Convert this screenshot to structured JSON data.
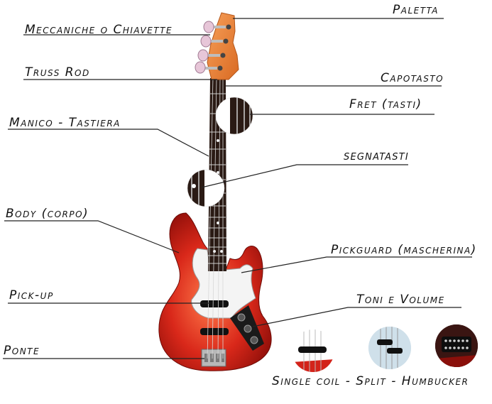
{
  "labels": {
    "paletta": "Paletta",
    "meccaniche": "Meccaniche o Chiavette",
    "truss_rod": "Truss Rod",
    "capotasto": "Capotasto",
    "fret": "Fret (tasti)",
    "manico": "Manico - Tastiera",
    "segnatasti": "segnatasti",
    "body": "Body (corpo)",
    "pickguard": "Pickguard (mascherina)",
    "pickup": "Pick-up",
    "toni_volume": "Toni e Volume",
    "ponte": "Ponte",
    "pickup_types": "Single coil - Split - Humbucker"
  },
  "colors": {
    "body": "#c41c12",
    "headstock": "#f08a3a",
    "fretboard": "#2a1a14",
    "pickguard": "#f4f4f4",
    "line": "#222222"
  }
}
